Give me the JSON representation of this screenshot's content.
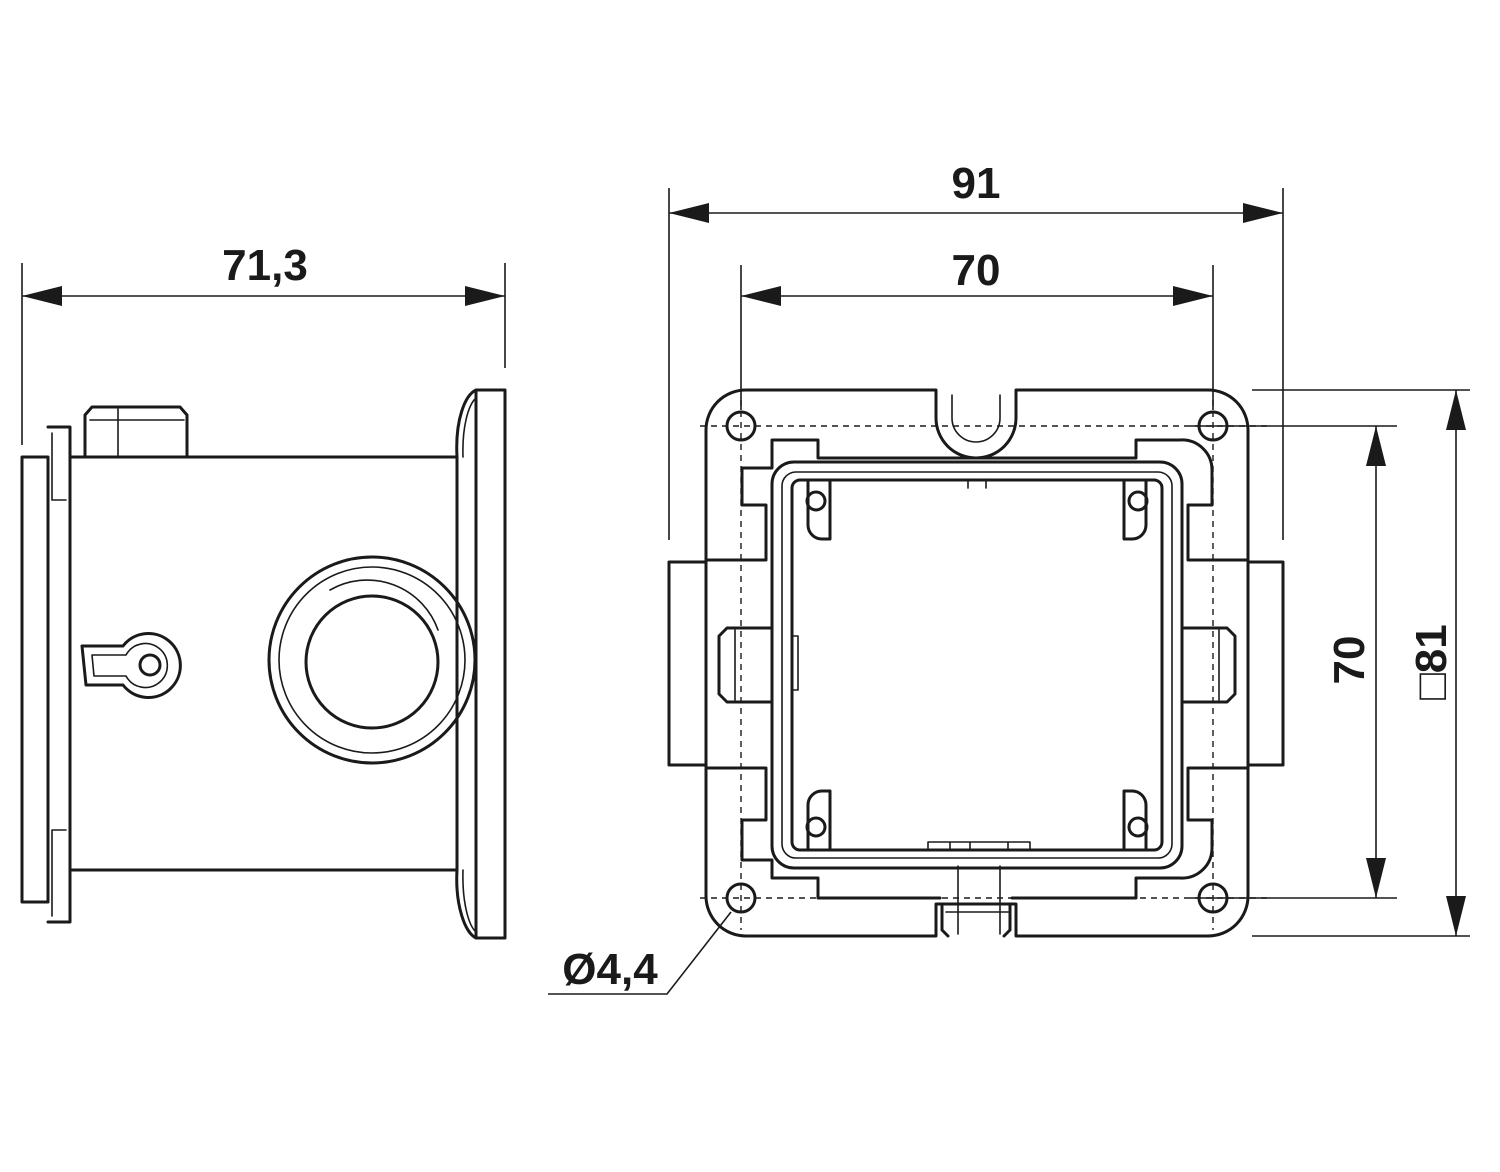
{
  "dimensions": {
    "side_depth": "71,3",
    "front_width_outer": "91",
    "front_width_inner": "70",
    "front_height_inner": "70",
    "front_square_outer": "□81",
    "mounting_hole_diameter": "Ø4,4"
  }
}
